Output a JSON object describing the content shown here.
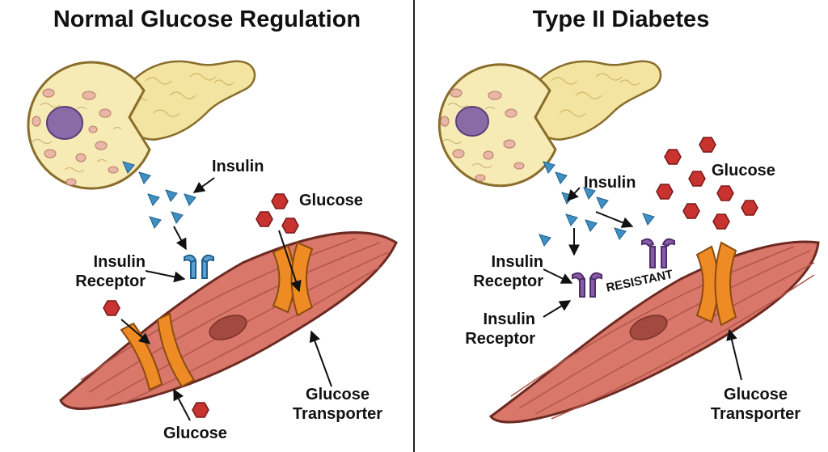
{
  "left_panel": {
    "title": "Normal Glucose Regulation",
    "labels": {
      "insulin": "Insulin",
      "glucose_top": "Glucose",
      "insulin_receptor_line1": "Insulin",
      "insulin_receptor_line2": "Receptor",
      "glucose_bottom": "Glucose",
      "transporter_line1": "Glucose",
      "transporter_line2": "Transporter"
    }
  },
  "right_panel": {
    "title": "Type II Diabetes",
    "labels": {
      "insulin": "Insulin",
      "glucose": "Glucose",
      "receptor1_line1": "Insulin",
      "receptor1_line2": "Receptor",
      "receptor2_line1": "Insulin",
      "receptor2_line2": "Receptor",
      "resistant": "RESISTANT",
      "transporter_line1": "Glucose",
      "transporter_line2": "Transporter"
    }
  },
  "colors": {
    "pancreas_fill": "#f3e4a2",
    "pancreas_stroke": "#8a6d2a",
    "nucleus": "#8b6aa8",
    "organelle": "#e8b7a6",
    "insulin_triangle": "#3f8fc2",
    "glucose_hexagon": "#c8322f",
    "muscle_fill": "#d9786a",
    "muscle_stroke": "#6d2a22",
    "transporter": "#ef8b25",
    "receptor_normal": "#5aa0cf",
    "receptor_resistant": "#8a5ba8"
  }
}
